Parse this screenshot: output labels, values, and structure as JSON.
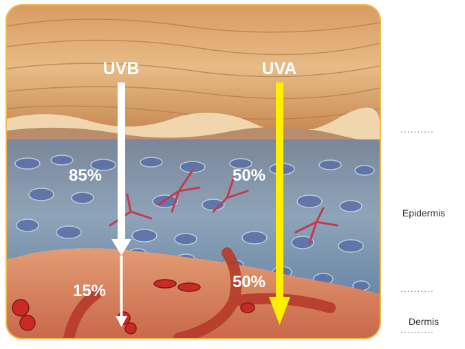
{
  "rays": {
    "uvb": {
      "label": "UVB",
      "epidermis_pct": "85%",
      "dermis_pct": "15%",
      "color": "#ffffff"
    },
    "uva": {
      "label": "UVA",
      "epidermis_pct": "50%",
      "dermis_pct": "50%",
      "color": "#ffee00"
    }
  },
  "layers": {
    "stratum_dots": "..........",
    "epidermis": "Epidermis",
    "epidermis_dots": "..........",
    "dermis": "Dermis",
    "dermis_dots": ".........."
  },
  "colors": {
    "border": "#f0b94a",
    "uvb_arrow": "#ffffff",
    "uva_arrow": "#ffee00"
  }
}
